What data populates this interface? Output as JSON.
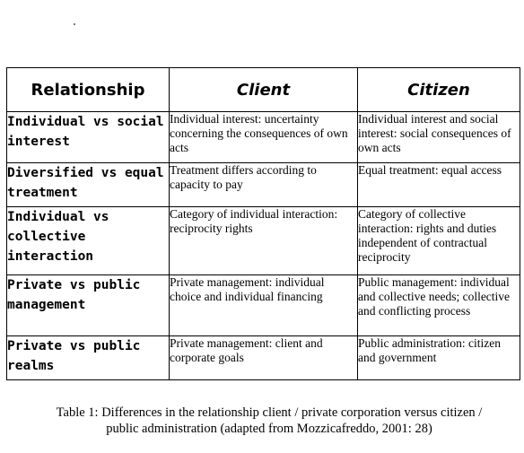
{
  "table": {
    "headers": [
      "Relationship",
      "Client",
      "Citizen"
    ],
    "rows": [
      {
        "relationship": "Individual vs social interest",
        "client": "Individual interest: uncertainty concerning the consequences of own acts",
        "citizen": "Individual interest and social interest: social consequences of own acts"
      },
      {
        "relationship": "Diversified vs equal treatment",
        "client": "Treatment differs according to capacity to pay",
        "citizen": "Equal treatment: equal access"
      },
      {
        "relationship": "Individual vs collective interaction",
        "client": "Category of individual interaction: reciprocity rights",
        "citizen": "Category of collective interaction: rights and duties independent of contractual reciprocity"
      },
      {
        "relationship": "Private vs public management",
        "client": "Private management: individual choice and individual financing",
        "citizen": "Public management: individual and collective needs; collective and conflicting process"
      },
      {
        "relationship": "Private vs public realms",
        "client": "Private management: client and corporate goals",
        "citizen": "Public administration: citizen and government"
      }
    ]
  },
  "caption": {
    "line1": "Table 1: Differences in the relationship client / private corporation versus citizen /",
    "line2": "public administration (adapted from Mozzicafreddo, 2001: 28)"
  }
}
